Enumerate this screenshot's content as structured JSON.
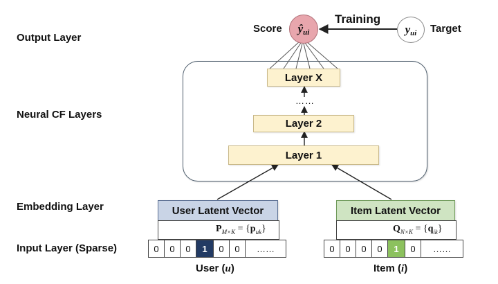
{
  "labels": {
    "output": "Output Layer",
    "neural": "Neural CF Layers",
    "embedding": "Embedding Layer",
    "input": "Input Layer (Sparse)"
  },
  "top": {
    "score": "Score",
    "training": "Training",
    "target": "Target",
    "yhat": "ŷ",
    "y": "y",
    "sub": "ui"
  },
  "layers": {
    "x": "Layer X",
    "dots": "……",
    "two": "Layer 2",
    "one": "Layer 1"
  },
  "user": {
    "vector": "User Latent Vector",
    "matrix_sym": "P",
    "matrix_sub": "M×K",
    "matrix_eq": " = {",
    "matrix_elem": "p",
    "matrix_elem_sub": "uk",
    "matrix_close": "}",
    "cells": [
      "0",
      "0",
      "0",
      "1",
      "0",
      "0",
      "……"
    ],
    "caption": "User (",
    "caption_var": "u",
    "caption_close": ")"
  },
  "item": {
    "vector": "Item Latent Vector",
    "matrix_sym": "Q",
    "matrix_sub": "N×K",
    "matrix_eq": " = {",
    "matrix_elem": "q",
    "matrix_elem_sub": "ik",
    "matrix_close": "}",
    "cells": [
      "0",
      "0",
      "0",
      "0",
      "1",
      "0",
      "……"
    ],
    "caption": "Item (",
    "caption_var": "i",
    "caption_close": ")"
  },
  "colors": {
    "score_circle": "#e8a6ad",
    "user_hot": "#223a63",
    "item_hot": "#8cc15e",
    "layer_fill": "#fdf2cf"
  }
}
